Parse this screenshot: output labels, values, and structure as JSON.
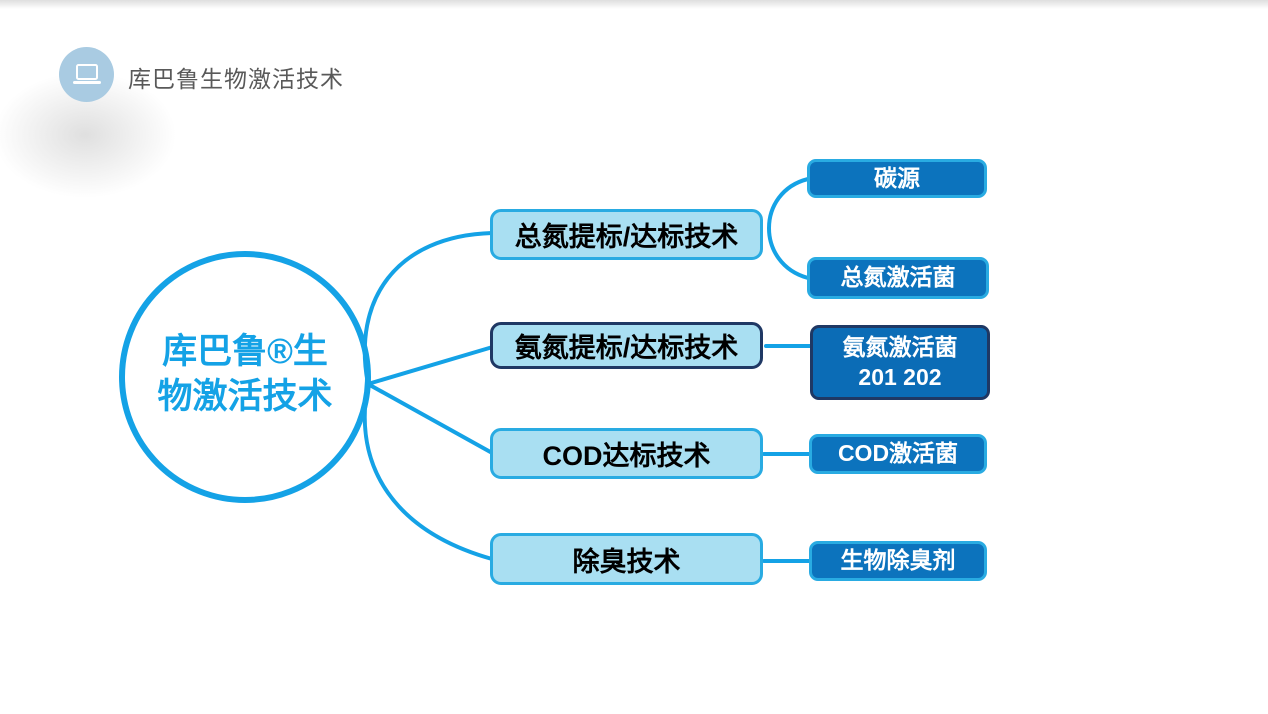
{
  "colors": {
    "accent": "#14A2E6",
    "box_border_cyan": "#29ABE2",
    "branch_fill_light": "#A9DFF2",
    "leaf_fill_blue": "#0C73BD",
    "leaf_fill_blue_dark": "#0B6CB6",
    "navy_border": "#1F3864",
    "title_grey": "#595959",
    "icon_circle_blue": "#A9CBE2",
    "branch_text": "#000000",
    "leaf_text": "#FFFFFF"
  },
  "header": {
    "title": "库巴鲁生物激活技术",
    "icon": "laptop-icon"
  },
  "diagram": {
    "root": {
      "line1": "库巴鲁®生",
      "line2": "物激活技术"
    },
    "branches": [
      {
        "label": "总氮提标/达标技术",
        "children": [
          {
            "label": "碳源"
          },
          {
            "label": "总氮激活菌"
          }
        ]
      },
      {
        "label": "氨氮提标/达标技术",
        "children": [
          {
            "label": "氨氮激活菌",
            "label2": "201 202"
          }
        ]
      },
      {
        "label": "COD达标技术",
        "children": [
          {
            "label": "COD激活菌"
          }
        ]
      },
      {
        "label": "除臭技术",
        "children": [
          {
            "label": "生物除臭剂"
          }
        ]
      }
    ]
  }
}
